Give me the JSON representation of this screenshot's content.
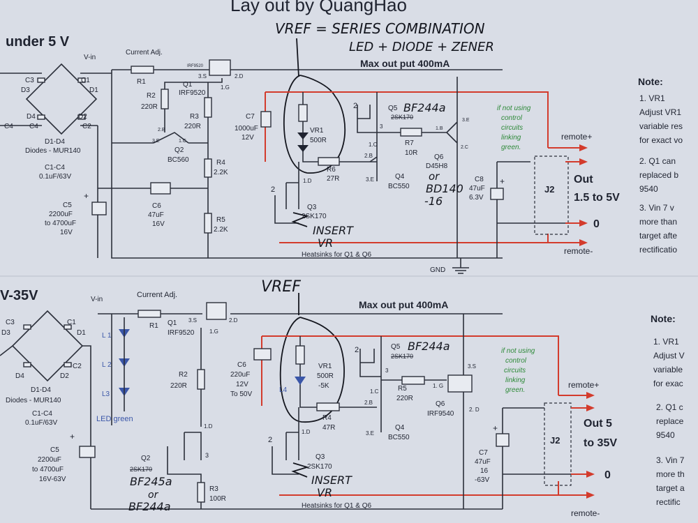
{
  "header_title": "Lay out by QuangHao",
  "top": {
    "section_title": "under 5 V",
    "vin": "V-in",
    "current_adj": "Current Adj.",
    "max_out": "Max out put 400mA",
    "vref_note_1": "VREF = SERIES COMBINATION",
    "vref_note_2": "LED + DIODE + ZENER",
    "irf": "IRF9520",
    "pin_3s": "3.S",
    "pin_2d": "2.D",
    "pin_1g": "1.G",
    "r1": "R1",
    "q1": "Q1",
    "q1_part": "IRF9520",
    "r2": "R2",
    "r2_val": "220R",
    "r3": "R3",
    "r3_val": "220R",
    "q2": "Q2",
    "q2_part": "BC560",
    "q2_pin_3e": "3.E",
    "q2_pin_2b": "2.B",
    "q2_pin_1c": "1.C",
    "r4": "R4",
    "r4_val": "2.2K",
    "r5": "R5",
    "r5_val": "2.2K",
    "c6": "C6",
    "c6_val": "47uF",
    "c6_v": "16V",
    "c5": "C5",
    "c5_val": "2200uF",
    "c5_val2": "to 4700uF",
    "c5_v": "16V",
    "diodes": "D1-D4",
    "diodes_part": "Diodes - MUR140",
    "c1c4": "C1-C4",
    "c1c4_val": "0.1uF/63V",
    "c1": "C1",
    "c2": "C2",
    "c3": "C3",
    "c4": "C4",
    "d1": "D1",
    "d2": "D2",
    "d3": "D3",
    "d4": "D4",
    "c7": "C7",
    "c7_val": "1000uF",
    "c7_v": "12V",
    "vr1": "VR1",
    "vr1_val": "500R",
    "r6": "R6",
    "r6_val": "27R",
    "q3": "Q3",
    "q3_part": "2SK170",
    "q3_pin": "1.D",
    "q5": "Q5",
    "q5_part": "2SK170",
    "q5_hand": "BF244a",
    "q4": "Q4",
    "q4_part": "BC550",
    "r7": "R7",
    "r7_val": "10R",
    "q6": "Q6",
    "q6_part": "D45H8",
    "q6_hand_1": "or",
    "q6_hand_2": "BD140",
    "q6_hand_3": "-16",
    "c8": "C8",
    "c8_val": "47uF",
    "c8_v": "6.3V",
    "green_1": "if not using",
    "green_2": "control",
    "green_3": "circuits",
    "green_4": "linking",
    "green_5": "green.",
    "remote_plus": "remote+",
    "remote_minus": "remote-",
    "out_label": "Out",
    "out_range": "1.5 to 5V",
    "zero": "0",
    "j2": "J2",
    "insert_vr_1": "INSERT",
    "insert_vr_2": "VR",
    "heatsinks": "Heatsinks for Q1 & Q6",
    "gnd": "GND"
  },
  "notes_top": {
    "title": "Note:",
    "l1": "1. VR1",
    "l2": "Adjust VR1",
    "l3": "variable res",
    "l4": "for exact vo",
    "l5": "2. Q1 can",
    "l6": "replaced b",
    "l7": "9540",
    "l8": "3. Vin 7 v",
    "l9": "more than",
    "l10": "target afte",
    "l11": "rectificatio"
  },
  "bottom": {
    "section_title": "V-35V",
    "vin": "V-in",
    "current_adj": "Current Adj.",
    "max_out": "Max out put 400mA",
    "vref_note": "VREF",
    "r1": "R1",
    "q1": "Q1",
    "q1_part": "IRF9520",
    "pin_3s": "3.S",
    "pin_2d": "2.D",
    "pin_1g": "1.G",
    "l1": "L 1",
    "l2": "L 2",
    "l3": "L3",
    "led_green": "LED green",
    "r2": "R2",
    "r2_val": "220R",
    "c6": "C6",
    "c6_val": "220uF",
    "c6_v": "12V",
    "c6_v2": "To 50V",
    "vr1": "VR1",
    "vr1_val": "500R",
    "vr1_val2": "-5K",
    "l4": "L4",
    "r4": "R4",
    "r4_val": "47R",
    "q2": "Q2",
    "q2_part": "2SK170",
    "q2_hand_1": "BF245a",
    "q2_hand_2": "or",
    "q2_hand_3": "BF244a",
    "q2_pin": "1.D",
    "r3": "R3",
    "r3_val": "100R",
    "q3": "Q3",
    "q3_part": "2SK170",
    "q3_pin": "1.D",
    "q5": "Q5",
    "q5_part": "2SK170",
    "q5_hand": "BF244a",
    "q4": "Q4",
    "q4_part": "BC550",
    "r5": "R5",
    "r5_val": "220R",
    "q6": "Q6",
    "q6_part": "IRF9540",
    "c7": "C7",
    "c7_val": "47uF",
    "c7_v": "16",
    "c7_v2": "-63V",
    "c5": "C5",
    "c5_val": "2200uF",
    "c5_val2": "to 4700uF",
    "c5_v": "16V-63V",
    "diodes": "D1-D4",
    "diodes_part": "Diodes - MUR140",
    "c1c4": "C1-C4",
    "c1c4_val": "0.1uF/63V",
    "c1": "C1",
    "c2": "C2",
    "c3": "C3",
    "d1": "D1",
    "d2": "D2",
    "d3": "D3",
    "d4": "D4",
    "green_1": "if not using",
    "green_2": "control",
    "green_3": "circuits",
    "green_4": "linking",
    "green_5": "green.",
    "remote_plus": "remote+",
    "remote_minus": "remote-",
    "out_label": "Out 5",
    "out_range": "to 35V",
    "zero": "0",
    "j2": "J2",
    "insert_vr_1": "INSERT",
    "insert_vr_2": "VR",
    "heatsinks": "Heatsinks for Q1 & Q6"
  },
  "notes_bottom": {
    "title": "Note:",
    "l1": "1. VR1",
    "l2": "Adjust V",
    "l3": "variable",
    "l4": "for exac",
    "l5": "2. Q1 c",
    "l6": "replace",
    "l7": "9540",
    "l8": "3. Vin 7",
    "l9": "more th",
    "l10": "target a",
    "l11": "rectific"
  },
  "colors": {
    "paper": "#d9dde6",
    "ink": "#1f2330",
    "red_trace": "#d33b2c",
    "green_note": "#2f8a3a",
    "led_blue": "#3a56a8"
  }
}
